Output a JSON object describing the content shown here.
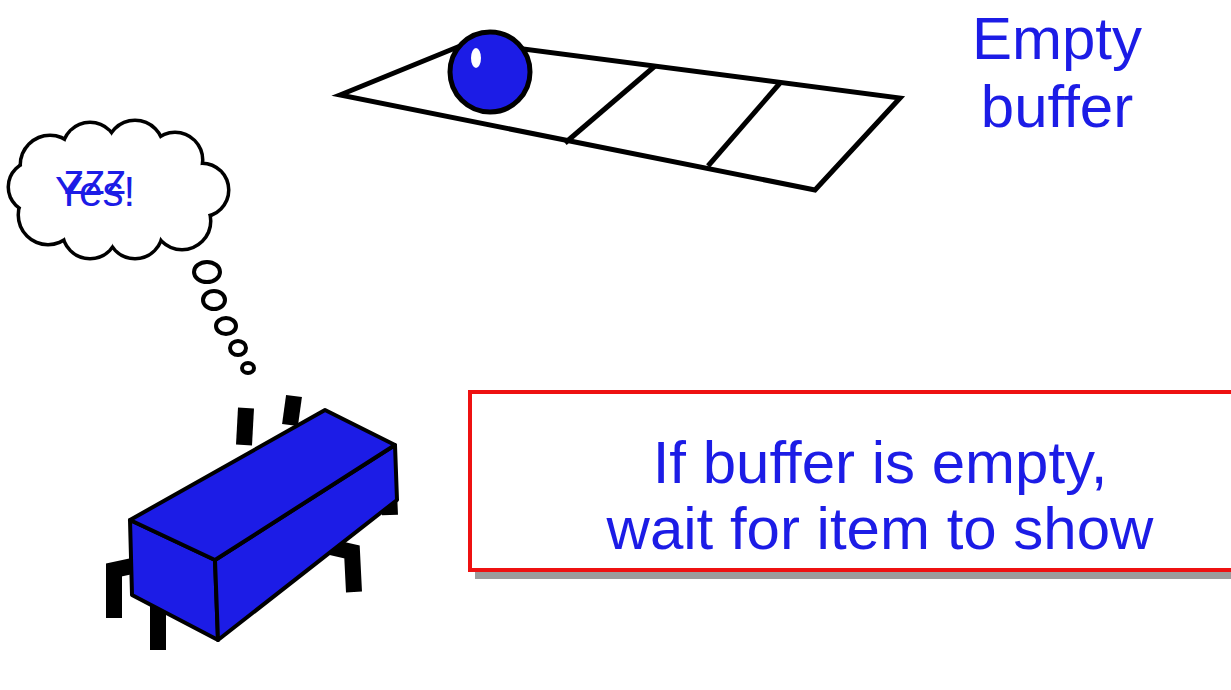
{
  "diagram": {
    "nodes": [
      {
        "text": [
          "zzz",
          "Yes!"
        ]
      },
      {
        "text": [
          "If buffer is empty, wait for item to show"
        ]
      }
    ],
    "labels": [
      "Empty buffer"
    ]
  }
}
